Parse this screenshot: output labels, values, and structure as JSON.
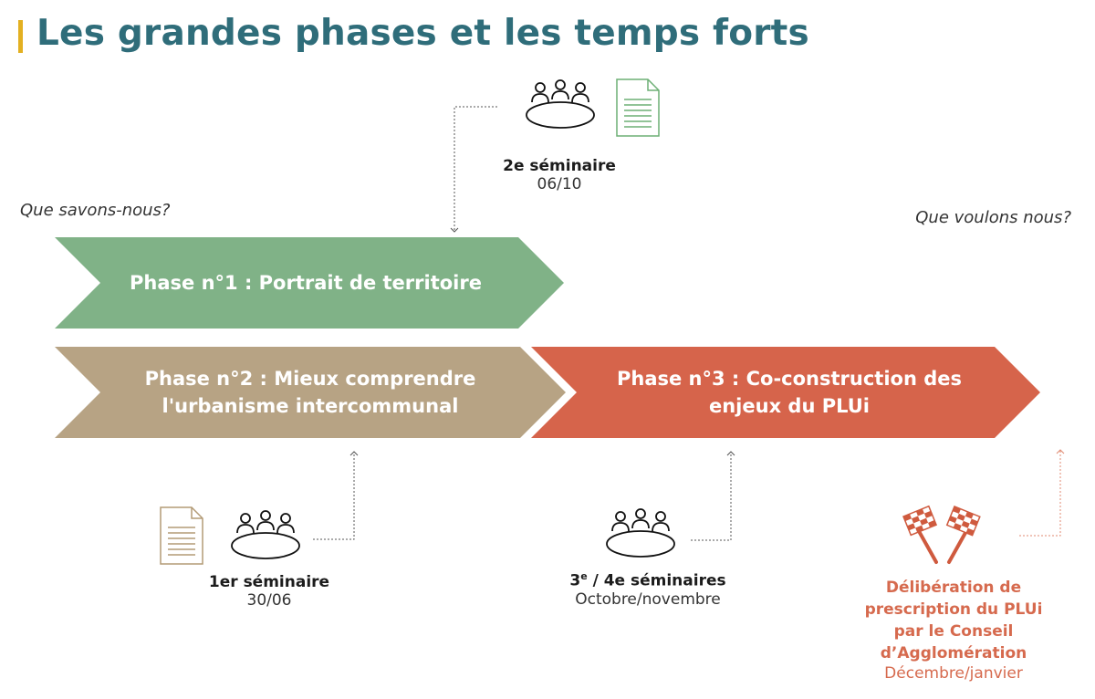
{
  "header": {
    "title": "Les grandes phases et les temps forts",
    "accent_color": "#e3b021",
    "title_color": "#2f6d7a"
  },
  "questions": {
    "left": "Que savons-nous?",
    "right": "Que voulons nous?"
  },
  "phases": [
    {
      "lines": [
        "Phase n°1 : Portrait de territoire"
      ],
      "color": "#80b287"
    },
    {
      "lines": [
        "Phase n°2 : Mieux comprendre",
        "l'urbanisme intercommunal"
      ],
      "color": "#b7a384"
    },
    {
      "lines": [
        "Phase n°3 : Co-construction des",
        "enjeux du PLUi"
      ],
      "color": "#d6644b"
    }
  ],
  "milestones": {
    "seminar2": {
      "name": "2e séminaire",
      "date": "06/10",
      "icons": [
        "meeting-table-icon",
        "document-icon"
      ]
    },
    "seminar1": {
      "name": "1er séminaire",
      "date": "30/06",
      "icons": [
        "document-icon",
        "meeting-table-icon"
      ]
    },
    "seminar34": {
      "name_part1": "3",
      "name_sup1": "e",
      "name_part2": " / 4e séminaires",
      "date": "Octobre/novembre",
      "icons": [
        "meeting-table-icon"
      ]
    },
    "deliberation": {
      "name_lines": [
        "Délibération de",
        "prescription du PLUi",
        "par le Conseil",
        "d’Agglomération"
      ],
      "date": "Décembre/janvier",
      "color": "#d66a4e",
      "icons": [
        "checkered-flags-icon"
      ]
    }
  }
}
